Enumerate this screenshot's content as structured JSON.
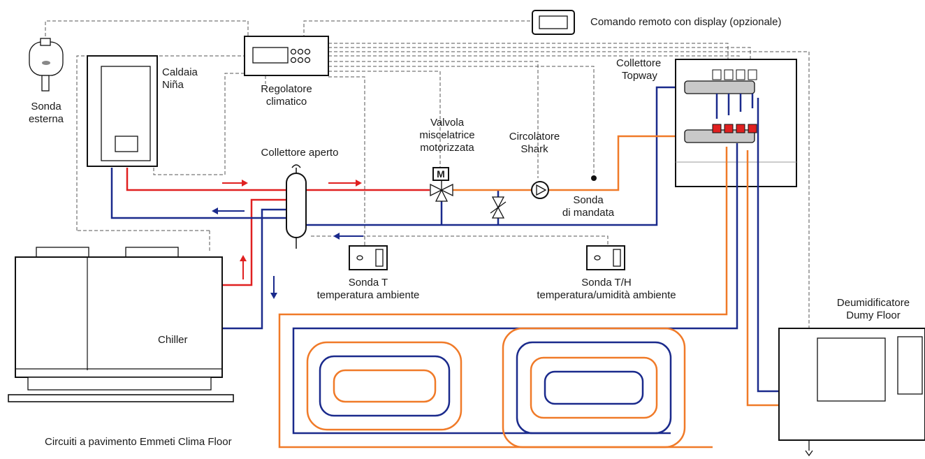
{
  "labels": {
    "remote": "Comando remoto con display (opzionale)",
    "sonda_esterna_1": "Sonda",
    "sonda_esterna_2": "esterna",
    "caldaia_1": "Caldaia",
    "caldaia_2": "Niña",
    "regolatore_1": "Regolatore",
    "regolatore_2": "climatico",
    "collettore_topway_1": "Collettore",
    "collettore_topway_2": "Topway",
    "valvola_1": "Valvola",
    "valvola_2": "miscelatrice",
    "valvola_3": "motorizzata",
    "circolatore_1": "Circolatore",
    "circolatore_2": "Shark",
    "collettore_aperto": "Collettore aperto",
    "sonda_mandata_1": "Sonda",
    "sonda_mandata_2": "di mandata",
    "sonda_t_1": "Sonda T",
    "sonda_t_2": "temperatura ambiente",
    "sonda_th_1": "Sonda T/H",
    "sonda_th_2": "temperatura/umidità ambiente",
    "chiller": "Chiller",
    "deumidificatore_1": "Deumidificatore",
    "deumidificatore_2": "Dumy Floor",
    "circuiti": "Circuiti a pavimento Emmeti Clima Floor",
    "motor": "M"
  },
  "colors": {
    "hot": "#e02020",
    "cold": "#1a2a8c",
    "floor": "#f07a28",
    "signal": "#555555"
  }
}
